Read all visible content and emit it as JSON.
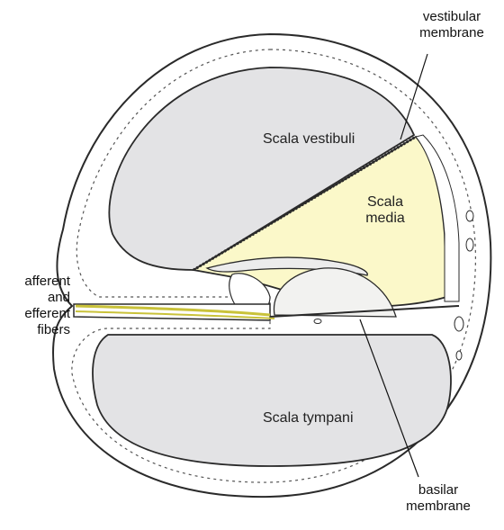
{
  "diagram": {
    "labels": {
      "scala_vestibuli": "Scala vestibuli",
      "scala_media_line1": "Scala",
      "scala_media_line2": "media",
      "scala_tympani": "Scala tympani",
      "vestibular_membrane_line1": "vestibular",
      "vestibular_membrane_line2": "membrane",
      "fibers_line1": "afferent",
      "fibers_line2": "and",
      "fibers_line3": "efferent",
      "fibers_line4": "fibers",
      "basilar_membrane_line1": "basilar",
      "basilar_membrane_line2": "membrane"
    },
    "colors": {
      "chamber_fill": "#e3e3e5",
      "scala_media_fill": "#fbf8c9",
      "fiber_color": "#c9c23a",
      "outline": "#2a2a2a"
    }
  }
}
